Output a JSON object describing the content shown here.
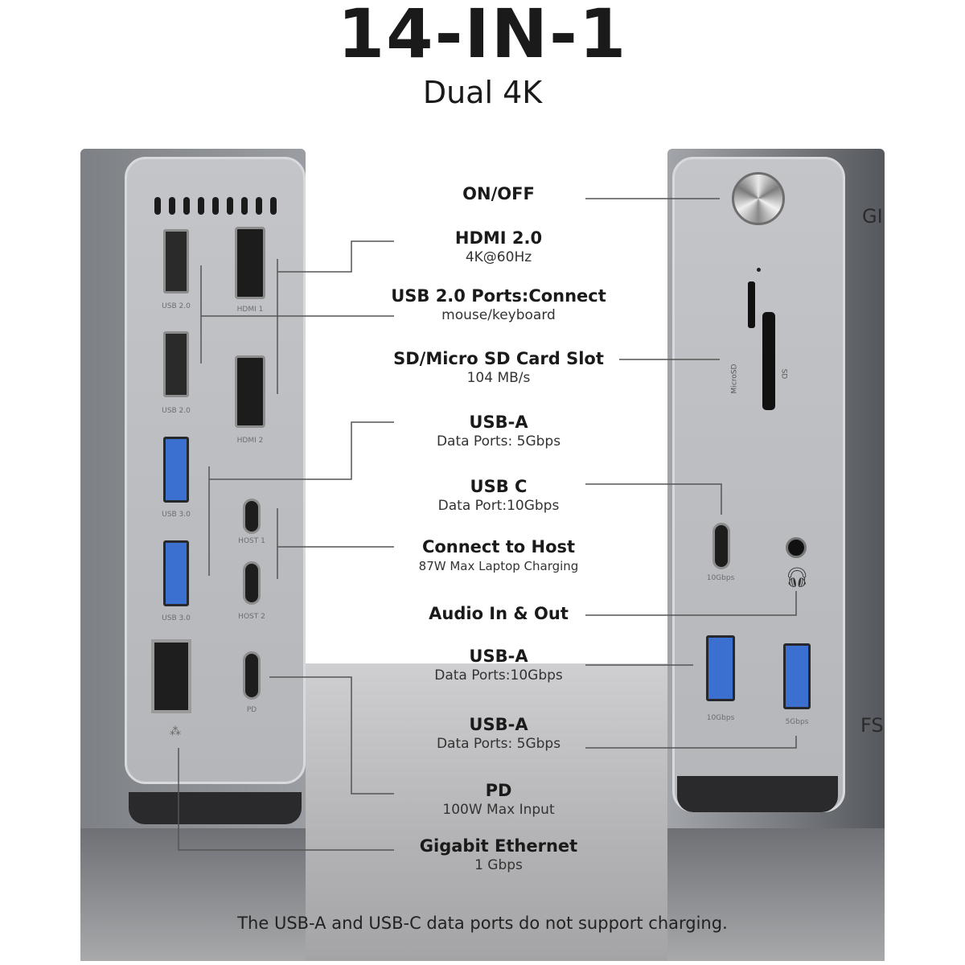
{
  "header": {
    "title": "14-IN-1",
    "subtitle": "Dual 4K"
  },
  "labels": [
    {
      "heading": "ON/OFF",
      "sub": ""
    },
    {
      "heading": "HDMI 2.0",
      "sub": "4K@60Hz"
    },
    {
      "heading": "USB 2.0 Ports:Connect",
      "sub": "mouse/keyboard"
    },
    {
      "heading": "SD/Micro SD Card Slot",
      "sub": "104 MB/s"
    },
    {
      "heading": "USB-A",
      "sub": "Data Ports: 5Gbps"
    },
    {
      "heading": "USB C",
      "sub": "Data Port:10Gbps"
    },
    {
      "heading": "Connect to Host",
      "sub": "87W Max Laptop Charging"
    },
    {
      "heading": "Audio In & Out",
      "sub": ""
    },
    {
      "heading": "USB-A",
      "sub": "Data Ports:10Gbps"
    },
    {
      "heading": "USB-A",
      "sub": "Data Ports: 5Gbps"
    },
    {
      "heading": "PD",
      "sub": "100W Max Input"
    },
    {
      "heading": "Gigabit Ethernet",
      "sub": "1 Gbps"
    }
  ],
  "left_ports": {
    "usb2": "USB 2.0",
    "hdmi1": "HDMI 1",
    "hdmi2": "HDMI 2",
    "usb3": "USB 3.0",
    "host1": "HOST 1",
    "host2": "HOST 2",
    "pd": "PD"
  },
  "right_ports": {
    "microsd": "MicroSD",
    "sd": "SD",
    "usbc": "10Gbps",
    "usba1": "10Gbps",
    "usba2": "5Gbps",
    "side_top": "GI",
    "side_bottom": "FS"
  },
  "footer": {
    "note": "The USB-A and USB-C data ports do not support charging."
  },
  "colors": {
    "usb3_blue": "#3b6fd0",
    "panel": "#bfc1c5"
  }
}
